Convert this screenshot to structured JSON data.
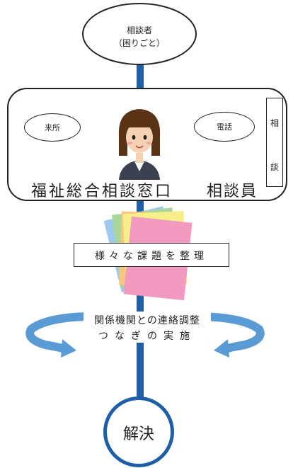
{
  "top_ellipse": {
    "line1": "相談者",
    "line2": "（困りごと）"
  },
  "main_box": {
    "bubble_left": "来所",
    "bubble_right": "電話",
    "title": "福祉総合相談窓口",
    "staff_label": "相談員",
    "side_box_top": "相",
    "side_box_bottom": "談"
  },
  "issues_label": "様々な課題を整理",
  "coordination": {
    "line1": "関係機関との連絡調整",
    "line2": "つなぎの実施"
  },
  "resolve_label": "解決",
  "colors": {
    "flow_line": "#1f5ea8",
    "arrow": "#5b9bd5",
    "card_pink": "#f29ac0",
    "card_yellow": "#f7ef8a",
    "card_green": "#a9d79b",
    "card_blue": "#9ec9ef",
    "card_orange": "#f7c77f"
  }
}
